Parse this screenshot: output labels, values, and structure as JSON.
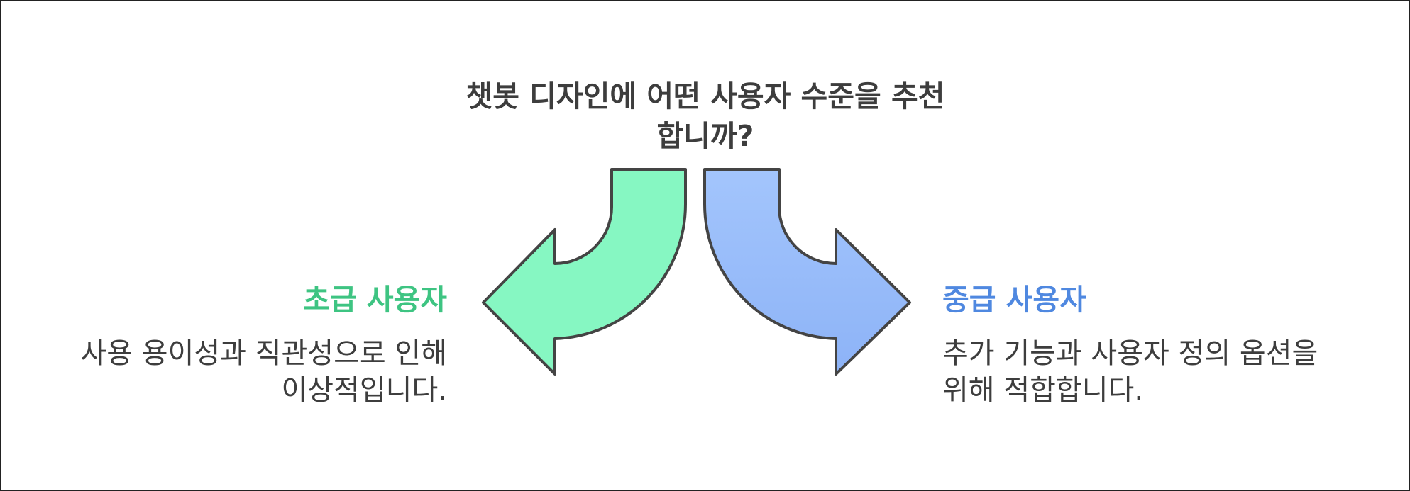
{
  "title": {
    "line1": "챗봇 디자인에 어떤 사용자 수준을 추천",
    "line2": "합니까?"
  },
  "options": {
    "beginner": {
      "heading": "초급 사용자",
      "desc_line1": "사용 용이성과 직관성으로 인해",
      "desc_line2": "이상적입니다.",
      "color": "#3ec482",
      "arrow_fill": "#86f7c2"
    },
    "intermediate": {
      "heading": "중급 사용자",
      "desc_line1": "추가 기능과 사용자 정의 옵션을",
      "desc_line2": "위해 적합합니다.",
      "color": "#4f88e0",
      "arrow_fill": "#9cc0fb"
    }
  },
  "style": {
    "stroke": "#444444",
    "text": "#3d3d3d"
  }
}
